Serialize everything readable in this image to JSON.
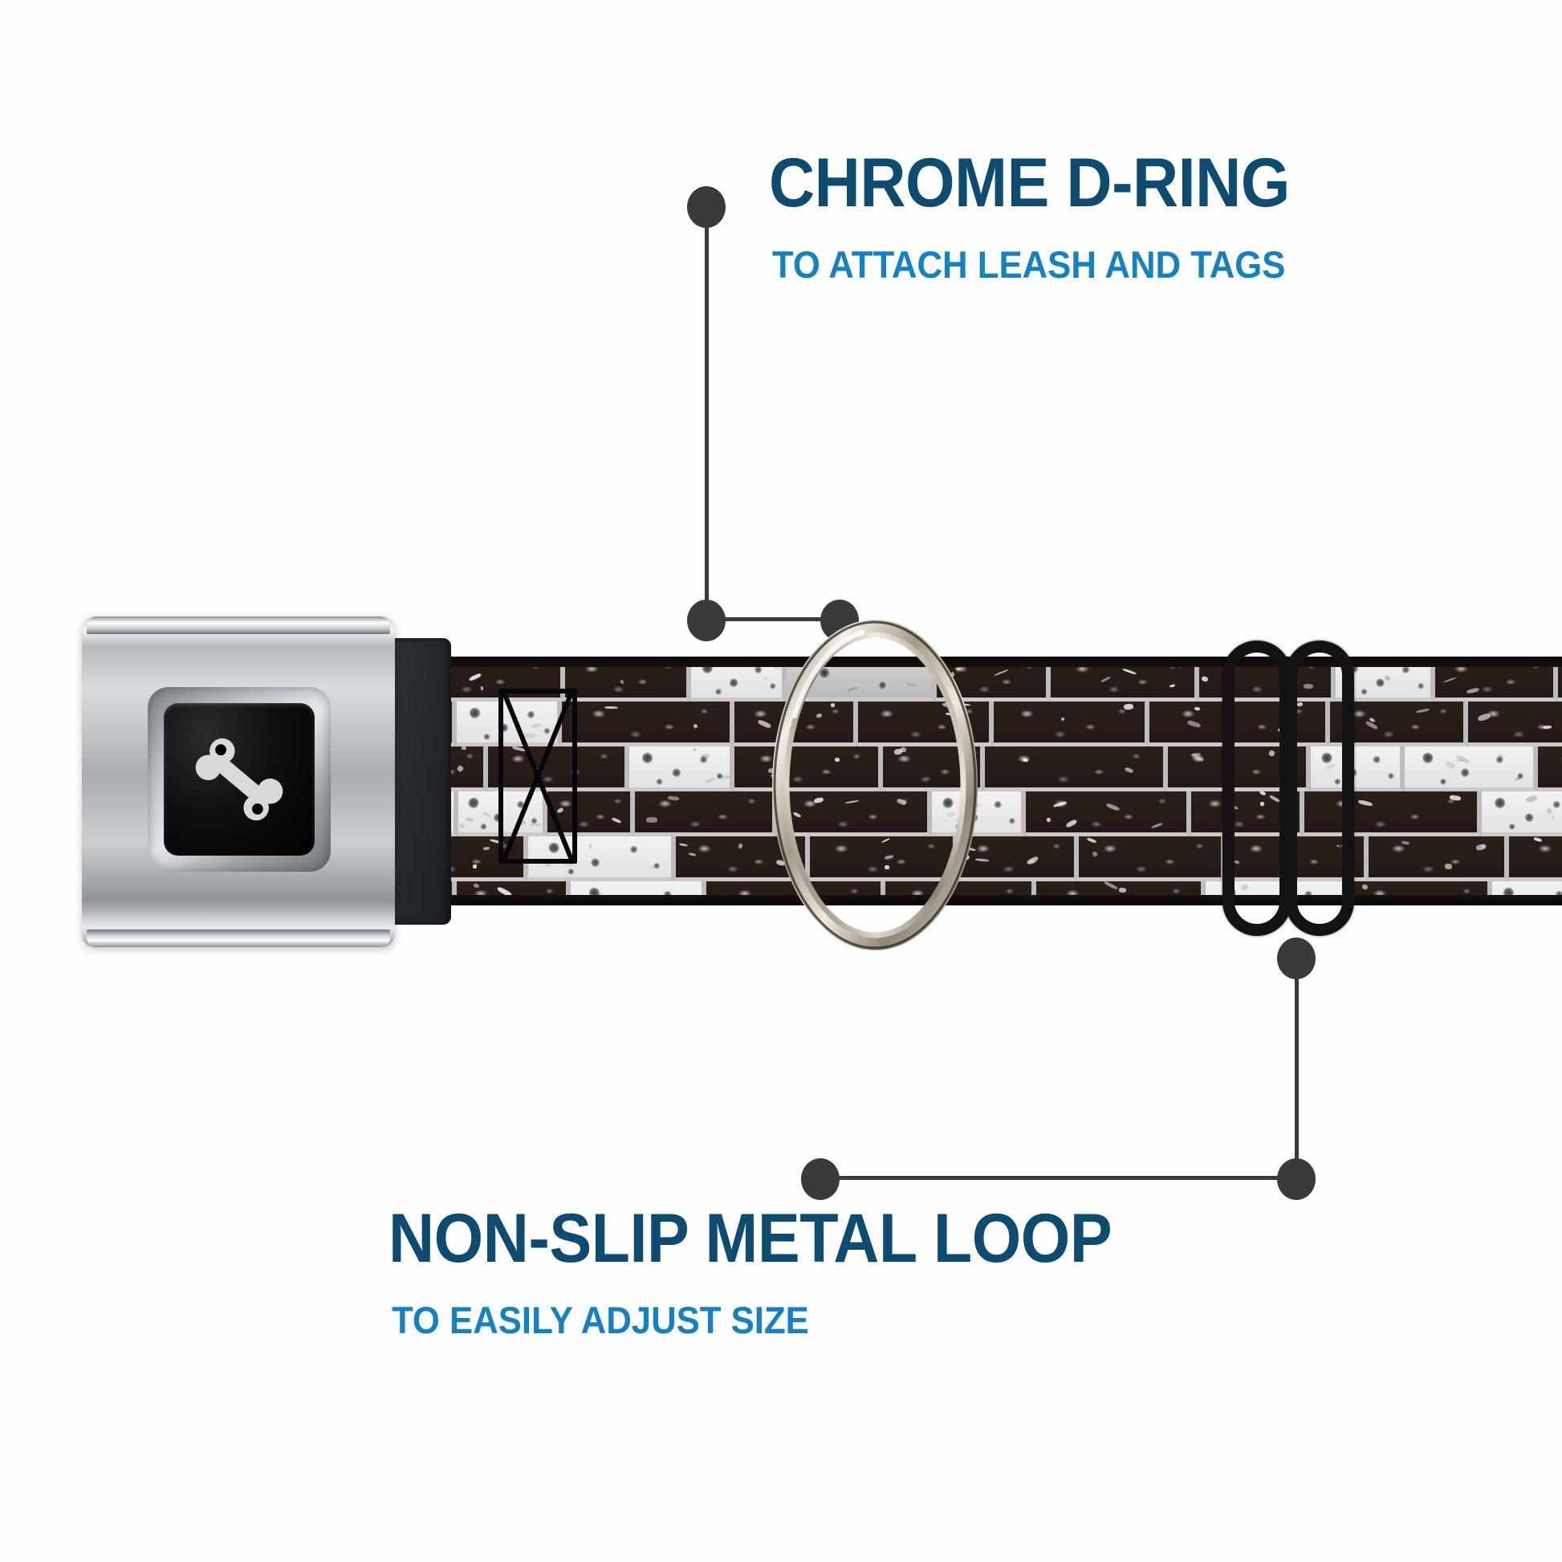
{
  "page": {
    "background_color": "#ffffff",
    "product": "seatbelt-buckle-dog-collar",
    "title_color": "#0d4b70",
    "subtitle_color": "#1482c2",
    "leader_line_color": "#3a3a3c"
  },
  "callouts": [
    {
      "id": "chrome-d-ring",
      "title": "CHROME D-RING",
      "subtitle": "TO ATTACH LEASH AND TAGS",
      "position": "top-right"
    },
    {
      "id": "non-slip-metal-loop",
      "title": "NON-SLIP METAL LOOP",
      "subtitle": "TO EASILY ADJUST SIZE",
      "position": "bottom-left"
    }
  ],
  "product_parts": {
    "buckle": {
      "name": "Chrome seatbelt buckle",
      "finish_color": "#b6babd",
      "plate_color": "#000000",
      "logo": "dog-bone",
      "logo_color": "#d8d8d8"
    },
    "strap": {
      "name": "Woven polyester strap",
      "pattern": "brick-wall",
      "brick_dark_color": "#2a1f19",
      "brick_light_color": "#eeeeee",
      "mortar_color": "#c9c9c9",
      "edge_color": "#0a0706",
      "stitching": "X-box bartack",
      "stitch_color": "#07060a"
    },
    "d_ring": {
      "name": "Chrome D-ring",
      "finish_color": "#c8c2b4"
    },
    "slider": {
      "name": "Non-slip metal loop slider",
      "finish_color": "#131314",
      "bars": 2
    }
  }
}
